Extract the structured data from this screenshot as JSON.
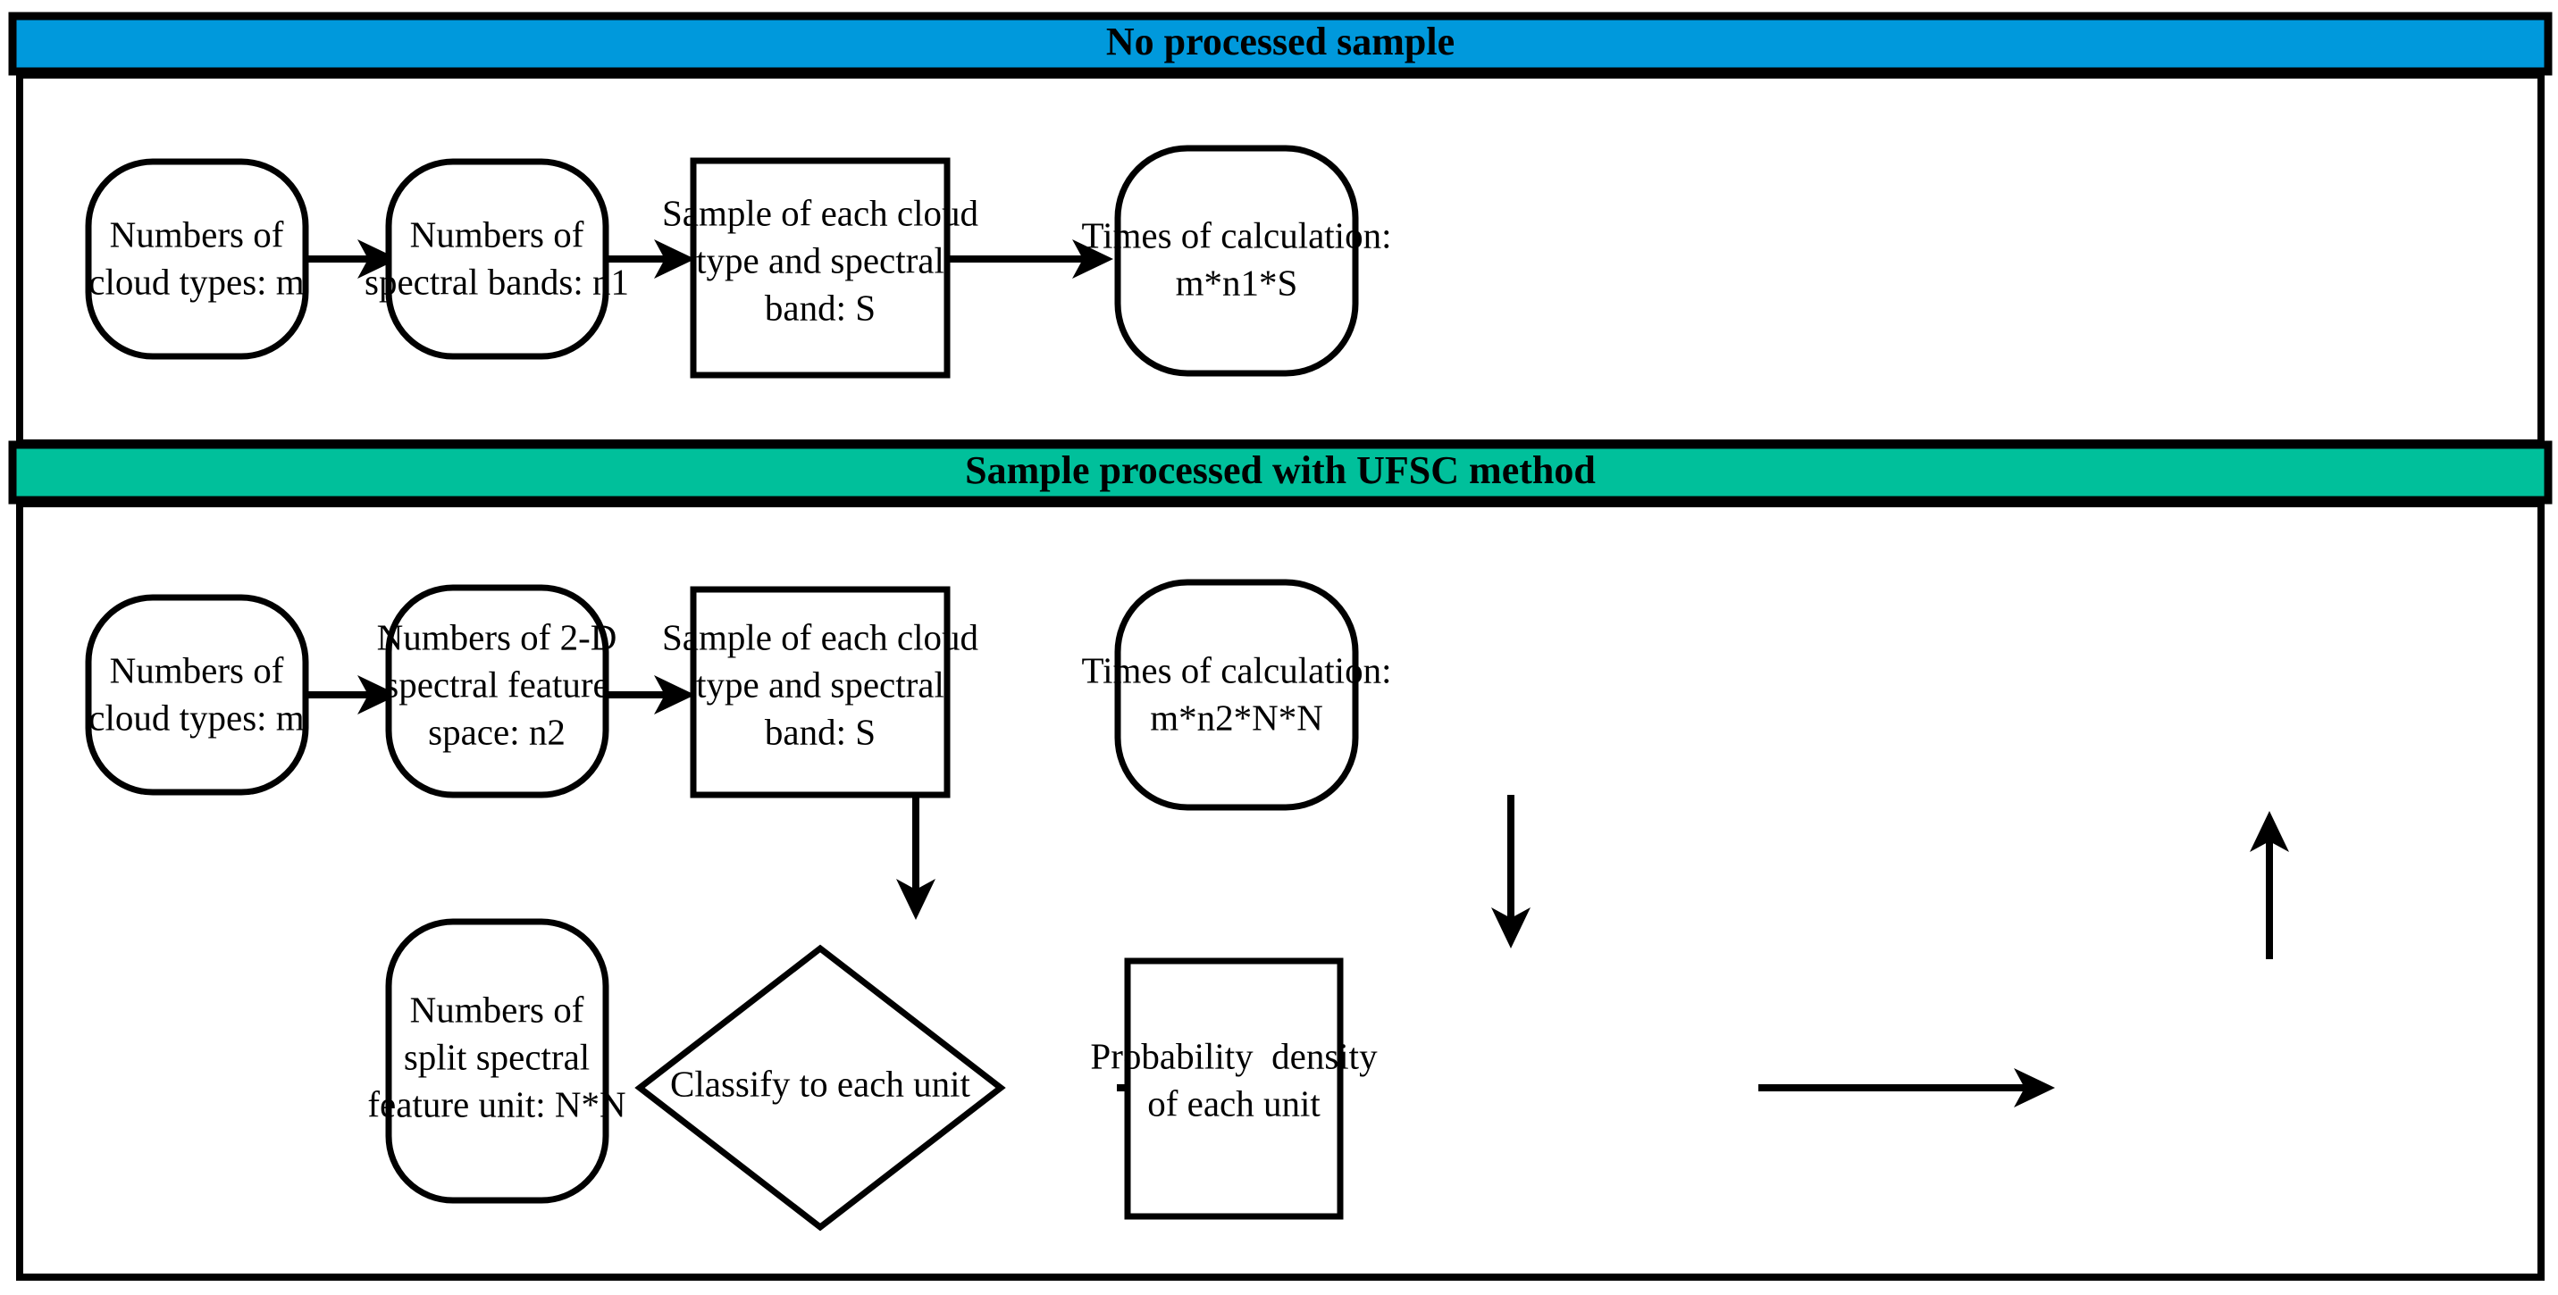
{
  "figure": {
    "title": "Comparison of sample processing workflows",
    "colors": {
      "banner_no_processed": "#0099DC",
      "banner_ufsc": "#00C09B",
      "stroke": "#000000",
      "node_fill": "#FFFFFF",
      "background": "#FFFFFF"
    }
  },
  "sections": [
    {
      "id": "no-processed-sample",
      "banner_label": "No processed sample",
      "banner_color": "#0099DC",
      "nodes": [
        {
          "id": "n1-cloud-types",
          "shape": "rounded",
          "label": "Numbers of\ncloud types: m"
        },
        {
          "id": "n1-spectral",
          "shape": "rounded",
          "label": "Numbers of\nspectral bands: n1"
        },
        {
          "id": "n1-sample",
          "shape": "rectangle",
          "label": "Sample of each cloud\ntype and spectral\nband: S"
        },
        {
          "id": "n1-times",
          "shape": "rounded",
          "label": "Times of calculation:\nm*n1*S"
        }
      ],
      "edges": [
        {
          "from": "n1-cloud-types",
          "to": "n1-spectral",
          "direction": "right"
        },
        {
          "from": "n1-spectral",
          "to": "n1-sample",
          "direction": "right"
        },
        {
          "from": "n1-sample",
          "to": "n1-times",
          "direction": "right"
        }
      ]
    },
    {
      "id": "sample-processed-ufsc",
      "banner_label": "Sample processed with UFSC method",
      "banner_color": "#00C09B",
      "nodes": [
        {
          "id": "n2-cloud-types",
          "shape": "rounded",
          "label": "Numbers of\ncloud types: m"
        },
        {
          "id": "n2-feature-space",
          "shape": "rounded",
          "label": "Numbers of 2-D\nspectral feature\nspace: n2"
        },
        {
          "id": "n2-sample",
          "shape": "rectangle",
          "label": "Sample of each cloud\ntype and spectral\nband: S"
        },
        {
          "id": "n2-times",
          "shape": "rounded",
          "label": "Times of calculation:\nm*n2*N*N"
        },
        {
          "id": "n2-split-units",
          "shape": "rounded",
          "label": "Numbers of\nsplit spectral\nfeature unit: N*N"
        },
        {
          "id": "n2-classify",
          "shape": "diamond",
          "label": "Classify to each unit"
        },
        {
          "id": "n2-probability",
          "shape": "rectangle",
          "label": "Probability  density\nof each unit"
        }
      ],
      "edges": [
        {
          "from": "n2-cloud-types",
          "to": "n2-feature-space",
          "direction": "right"
        },
        {
          "from": "n2-feature-space",
          "to": "n2-sample",
          "direction": "right"
        },
        {
          "from": "n2-feature-space",
          "to": "n2-split-units",
          "direction": "down"
        },
        {
          "from": "n2-sample",
          "to": "n2-classify",
          "direction": "down"
        },
        {
          "from": "n2-split-units",
          "to": "n2-classify",
          "direction": "right"
        },
        {
          "from": "n2-classify",
          "to": "n2-probability",
          "direction": "right"
        },
        {
          "from": "n2-probability",
          "to": "n2-times",
          "direction": "up"
        }
      ]
    }
  ]
}
